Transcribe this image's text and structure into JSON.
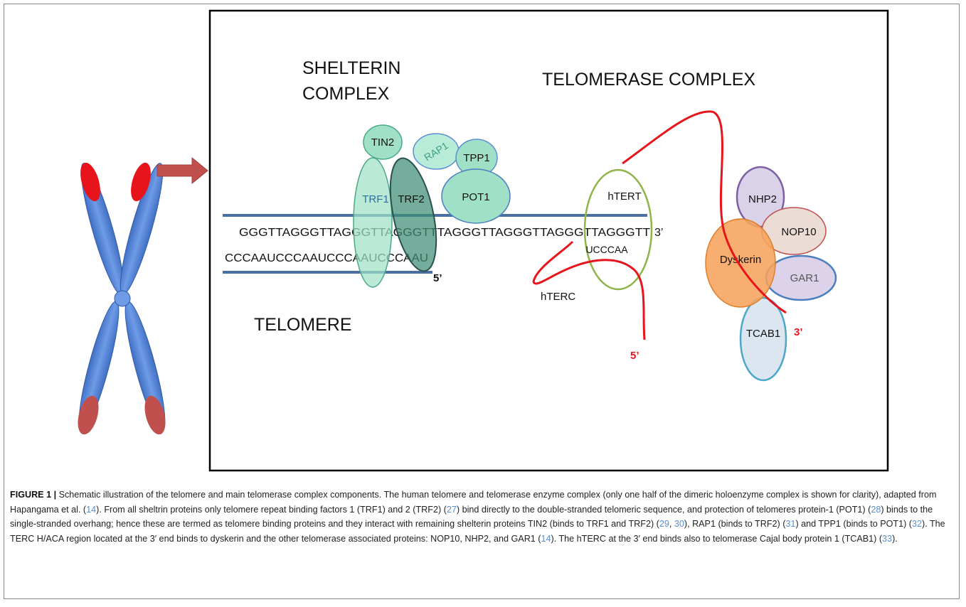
{
  "figure": {
    "headings": {
      "shelterin_line1": "SHELTERIN",
      "shelterin_line2": "COMPLEX",
      "telomerase": "TELOMERASE COMPLEX",
      "telomere": "TELOMERE"
    },
    "proteins": {
      "tin2": "TIN2",
      "rap1": "RAP1",
      "tpp1": "TPP1",
      "pot1": "POT1",
      "trf1": "TRF1",
      "trf2": "TRF2",
      "htert": "hTERT",
      "nhp2": "NHP2",
      "nop10": "NOP10",
      "dyskerin": "Dyskerin",
      "gar1": "GAR1",
      "tcab1": "TCAB1"
    },
    "sequences": {
      "top_strand": "GGGTTAGGGTTAGGGTTAGGGTTTAGGGTTAGGGTTAGGGTTAGGGTT",
      "top_end": "3’",
      "bottom_strand": "CCCAAUCCCAAUCCCAAUCCCAAU",
      "bottom_end": "5’",
      "template": "UCCCAA"
    },
    "rna": {
      "label": "hTERC",
      "end_5": "5’",
      "end_3": "3’"
    },
    "colors": {
      "shelterin_fill": "#9fe0c6",
      "trf2_fill": "#3f8e74",
      "dna_line": "#4a6fa5",
      "rna_line": "#e8141c",
      "chromosome_blue": "#4f81d6",
      "chromosome_red": "#e8141c",
      "arrow": "#c0504d",
      "htert_outline": "#8fb54a",
      "nhp2_outline": "#7e5fa6",
      "nop10_outline": "#c0504d",
      "dyskerin_fill": "#f6a35c",
      "gar1_outline": "#4a7ec0",
      "tcab1_outline": "#4ba8c8"
    }
  },
  "caption": {
    "label": "FIGURE 1 |",
    "segments": [
      {
        "text": " Schematic illustration of the telomere and main telomerase complex components. The human telomere and telomerase enzyme complex (only one half of the dimeric holoenzyme complex is shown for clarity), adapted from Hapangama et al. (",
        "ref": false
      },
      {
        "text": "14",
        "ref": true
      },
      {
        "text": "). From all sheltrin proteins only telomere repeat binding factors 1 (TRF1) and 2 (TRF2) (",
        "ref": false
      },
      {
        "text": "27",
        "ref": true
      },
      {
        "text": ") bind directly to the double-stranded telomeric sequence, and protection of telomeres protein-1 (POT1) (",
        "ref": false
      },
      {
        "text": "28",
        "ref": true
      },
      {
        "text": ") binds to the single-stranded overhang; hence these are termed as telomere binding proteins and they interact with remaining shelterin proteins TIN2 (binds to TRF1 and TRF2) (",
        "ref": false
      },
      {
        "text": "29",
        "ref": true
      },
      {
        "text": ", ",
        "ref": false
      },
      {
        "text": "30",
        "ref": true
      },
      {
        "text": "), RAP1 (binds to TRF2) (",
        "ref": false
      },
      {
        "text": "31",
        "ref": true
      },
      {
        "text": ") and TPP1 (binds to POT1) (",
        "ref": false
      },
      {
        "text": "32",
        "ref": true
      },
      {
        "text": "). The TERC H/ACA region located at the 3′ end binds to dyskerin and the other telomerase associated proteins: NOP10, NHP2, and GAR1 (",
        "ref": false
      },
      {
        "text": "14",
        "ref": true
      },
      {
        "text": "). The hTERC at the 3′ end binds also to telomerase Cajal body protein 1 (TCAB1) (",
        "ref": false
      },
      {
        "text": "33",
        "ref": true
      },
      {
        "text": ").",
        "ref": false
      }
    ]
  }
}
